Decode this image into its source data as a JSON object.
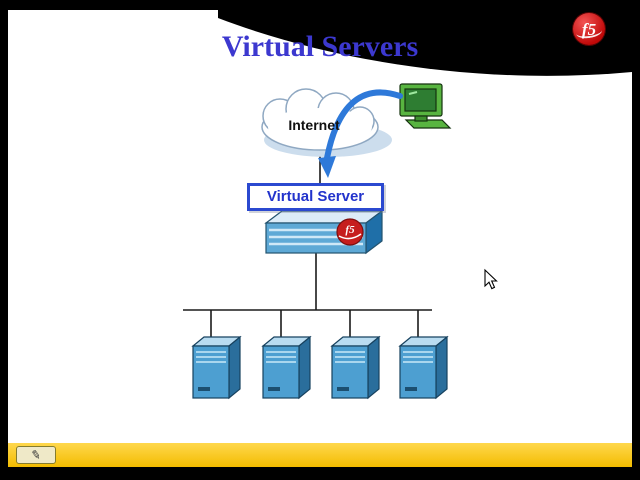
{
  "slide": {
    "title": "Virtual Servers"
  },
  "logo": {
    "text": "f5"
  },
  "diagram": {
    "internet_label": "Internet",
    "virtual_server_label": "Virtual Server",
    "appliance_logo": "f5",
    "server_count": 4
  },
  "icons": {
    "pen": "✎"
  },
  "colors": {
    "title_blue": "#3c38cf",
    "box_border_blue": "#2b49d0",
    "arrow_blue": "#2e79d9",
    "server_front_blue": "#4d9fd1",
    "bottom_bar_yellow": "#ffcc00",
    "logo_red": "#c00808"
  }
}
